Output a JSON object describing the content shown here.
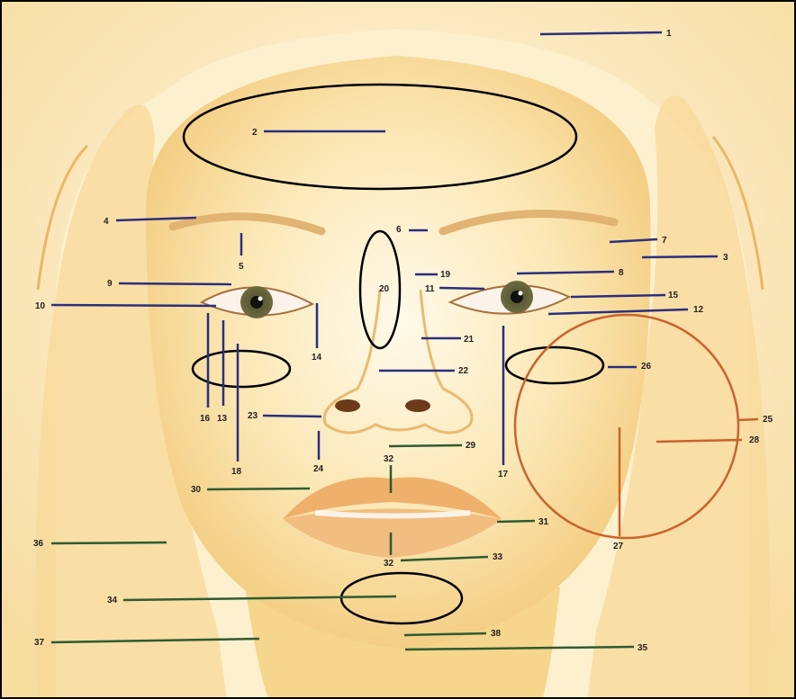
{
  "colors": {
    "skin_light": "#fff6dc",
    "skin_mid": "#f6d58c",
    "skin_dark": "#e7b566",
    "leader_blue": "#2b2f7c",
    "leader_green": "#2f5a2f",
    "ring_orange": "#c8642c",
    "outline_black": "#000000"
  },
  "labels": {
    "l1": "1",
    "l2": "2",
    "l3": "3",
    "l4": "4",
    "l5": "5",
    "l6": "6",
    "l7": "7",
    "l8": "8",
    "l9": "9",
    "l10": "10",
    "l11": "11",
    "l12": "12",
    "l13": "13",
    "l14": "14",
    "l15": "15",
    "l16": "16",
    "l17": "17",
    "l18": "18",
    "l19": "19",
    "l20": "20",
    "l21": "21",
    "l22": "22",
    "l23": "23",
    "l24": "24",
    "l25": "25",
    "l26": "26",
    "l27": "27",
    "l28": "28",
    "l29": "29",
    "l30": "30",
    "l31": "31",
    "l32a": "32",
    "l32b": "32",
    "l33": "33",
    "l34": "34",
    "l35": "35",
    "l36": "36",
    "l37": "37",
    "l38": "38"
  }
}
